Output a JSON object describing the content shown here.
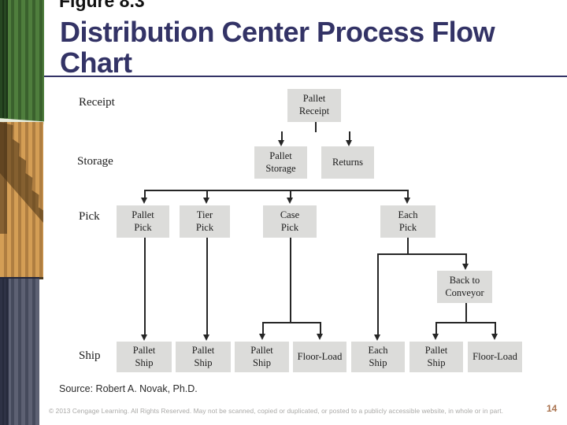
{
  "slide": {
    "figure_label": "Figure 8.3",
    "title_line1": "Distribution Center Process Flow",
    "title_line2": "Chart",
    "source": "Source: Robert A. Novak, Ph.D.",
    "copyright": "© 2013 Cengage Learning. All Rights Reserved. May not be scanned, copied or duplicated, or posted to a publicly accessible website, in whole or in part.",
    "page_number": "14"
  },
  "colors": {
    "title": "#333366",
    "underline": "#333366",
    "node_fill": "#dcdcda",
    "connector_line": "#262626",
    "page_number": "#a9724e",
    "container_green": "#4f7e3d",
    "container_orange": "#d49e55",
    "container_slate": "#5d6173"
  },
  "flowchart": {
    "row_labels": {
      "receipt": "Receipt",
      "storage": "Storage",
      "pick": "Pick",
      "ship": "Ship"
    },
    "nodes": {
      "pallet_receipt": "Pallet\nReceipt",
      "pallet_storage": "Pallet\nStorage",
      "returns": "Returns",
      "pallet_pick": "Pallet\nPick",
      "tier_pick": "Tier\nPick",
      "case_pick": "Case\nPick",
      "each_pick": "Each\nPick",
      "back_to_conveyor": "Back to\nConveyor",
      "ship_1": "Pallet\nShip",
      "ship_2": "Pallet\nShip",
      "ship_3": "Pallet\nShip",
      "ship_4": "Floor-Load",
      "ship_5": "Each\nShip",
      "ship_6": "Pallet\nShip",
      "ship_7": "Floor-Load"
    },
    "edges": [
      [
        "Pallet Receipt",
        "Pallet Storage"
      ],
      [
        "Pallet Receipt",
        "Returns"
      ],
      [
        "Pallet Storage",
        "Pallet Pick"
      ],
      [
        "Pallet Storage",
        "Tier Pick"
      ],
      [
        "Pallet Storage",
        "Case Pick"
      ],
      [
        "Pallet Storage",
        "Each Pick"
      ],
      [
        "Pallet Pick",
        "Pallet Ship"
      ],
      [
        "Tier Pick",
        "Pallet Ship"
      ],
      [
        "Case Pick",
        "Pallet Ship"
      ],
      [
        "Case Pick",
        "Floor-Load"
      ],
      [
        "Each Pick",
        "Each Ship"
      ],
      [
        "Each Pick",
        "Back to Conveyor"
      ],
      [
        "Back to Conveyor",
        "Pallet Ship"
      ],
      [
        "Back to Conveyor",
        "Floor-Load"
      ]
    ]
  }
}
